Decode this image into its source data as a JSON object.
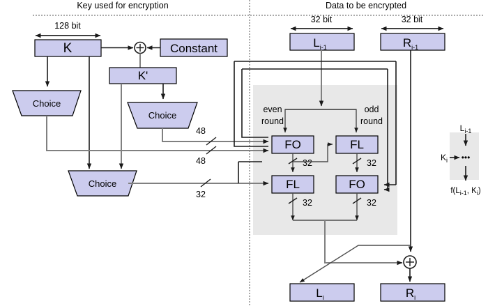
{
  "diagram": {
    "title_left": "Key used for encryption",
    "title_right": "Data to be encrypted",
    "colors": {
      "box_fill": "#ccccee",
      "box_stroke": "#000000",
      "gray_band": "#e8e8e8",
      "wire": "#808080",
      "wire_dark": "#1a1a1a"
    }
  },
  "key_section": {
    "width_label": "128 bit",
    "key_box": "K",
    "kprime_box": "K'",
    "constant_box": "Constant",
    "xor_symbol": "+",
    "choice_top_left": "Choice",
    "choice_middle": "Choice",
    "choice_bottom": "Choice",
    "bus_labels": [
      "48",
      "48",
      "32"
    ]
  },
  "data_section": {
    "left_width_label": "32 bit",
    "right_width_label": "32 bit",
    "input_left": "L",
    "input_left_sub": "i-1",
    "input_right": "R",
    "input_right_sub": "i-1",
    "output_left": "L",
    "output_left_sub": "i",
    "output_right": "R",
    "output_right_sub": "i",
    "even_round_label_line1": "even",
    "even_round_label_line2": "round",
    "odd_round_label_line1": "odd",
    "odd_round_label_line2": "round",
    "func_top_left": "FO",
    "func_top_right": "FL",
    "func_bottom_left": "FL",
    "func_bottom_right": "FO",
    "bus_labels": [
      "32",
      "32",
      "32",
      "32"
    ],
    "xor_symbol": "+"
  },
  "legend": {
    "input": "L",
    "input_sub": "i-1",
    "key_input": "K",
    "key_input_sub": "i",
    "body": "•••",
    "output": "f(L",
    "output_sub1": "i-1",
    "output_mid": ", K",
    "output_sub2": "i",
    "output_end": ")"
  }
}
